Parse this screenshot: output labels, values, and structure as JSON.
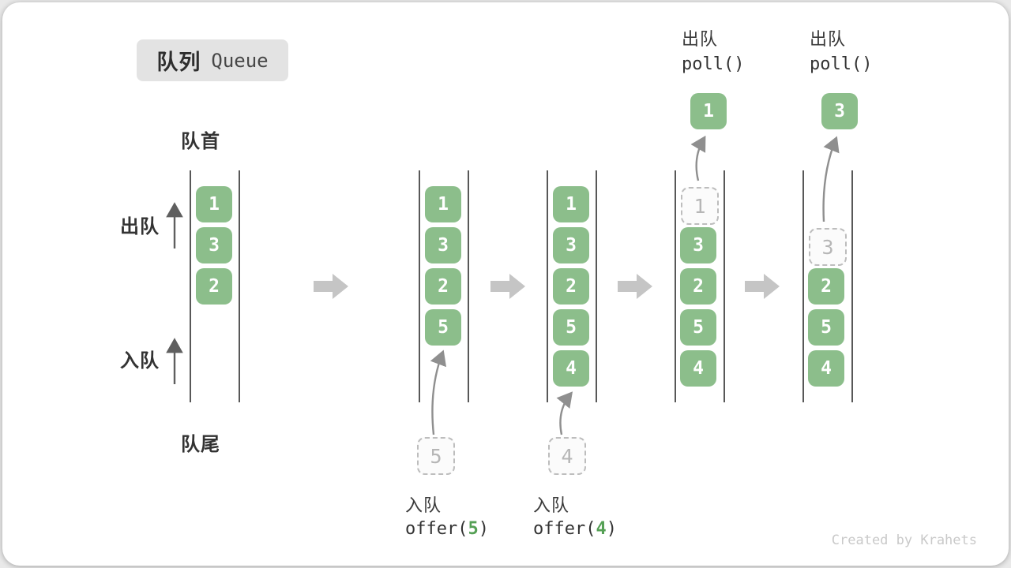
{
  "title": {
    "zh": "队列",
    "en": "Queue"
  },
  "labels": {
    "front": "队首",
    "rear": "队尾",
    "dequeue_side": "出队",
    "enqueue_side": "入队"
  },
  "watermark": "Created by Krahets",
  "colors": {
    "cell_green": "#8CBE8B",
    "arg_green": "#55a055",
    "ghost_gray": "#bdbdbd",
    "block_arrow_gray": "#c5c5c5",
    "title_box_gray": "#e3e3e3"
  },
  "columns": [
    {
      "cells": [
        {
          "v": "1"
        },
        {
          "v": "3"
        },
        {
          "v": "2"
        }
      ]
    },
    {
      "cells": [
        {
          "v": "1"
        },
        {
          "v": "3"
        },
        {
          "v": "2"
        },
        {
          "v": "5"
        }
      ],
      "incoming": "5",
      "op": {
        "action": "入队",
        "fn": "offer(",
        "arg": "5",
        "close": ")"
      }
    },
    {
      "cells": [
        {
          "v": "1"
        },
        {
          "v": "3"
        },
        {
          "v": "2"
        },
        {
          "v": "5"
        },
        {
          "v": "4"
        }
      ],
      "incoming": "4",
      "op": {
        "action": "入队",
        "fn": "offer(",
        "arg": "4",
        "close": ")"
      }
    },
    {
      "cells": [
        {
          "v": "1",
          "ghost": true
        },
        {
          "v": "3"
        },
        {
          "v": "2"
        },
        {
          "v": "5"
        },
        {
          "v": "4"
        }
      ],
      "out": "1",
      "op": {
        "action": "出队",
        "code": "poll()"
      }
    },
    {
      "cells": [
        {
          "v": "3",
          "ghost": true
        },
        {
          "v": "2"
        },
        {
          "v": "5"
        },
        {
          "v": "4"
        }
      ],
      "out": "3",
      "op": {
        "action": "出队",
        "code": "poll()"
      }
    }
  ]
}
